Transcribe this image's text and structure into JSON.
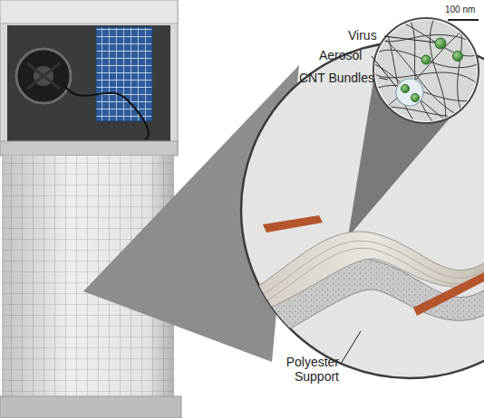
{
  "diagram": {
    "labels": [
      "Virus",
      "Aerosol",
      "CNT Bundles",
      "100 nm",
      "Polyester Support"
    ]
  }
}
